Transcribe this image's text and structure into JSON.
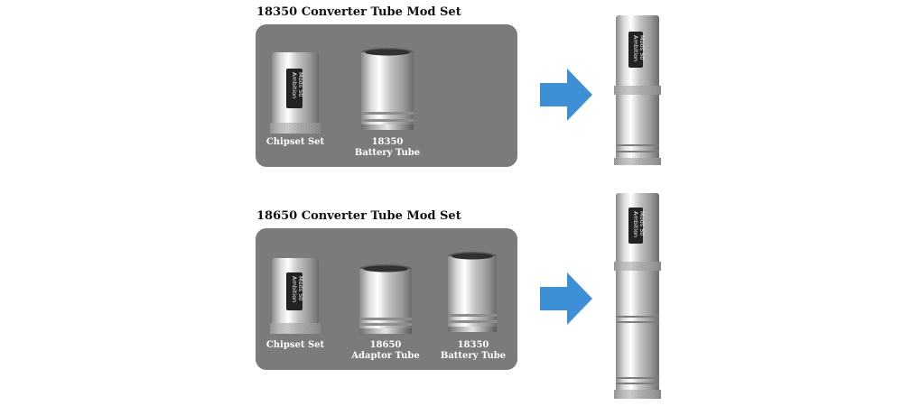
{
  "sections": [
    {
      "title": "18350 Converter Tube Mod Set",
      "items": [
        {
          "label_lines": [
            "Chipset Set"
          ],
          "icon": "chipset-tube-icon"
        },
        {
          "label_lines": [
            "18350",
            "Battery Tube"
          ],
          "icon": "battery-tube-icon"
        }
      ],
      "arrow_color": "#3d8fd6",
      "result_icon": "assembled-mod-short-icon"
    },
    {
      "title": "18650 Converter Tube Mod Set",
      "items": [
        {
          "label_lines": [
            "Chipset Set"
          ],
          "icon": "chipset-tube-icon"
        },
        {
          "label_lines": [
            "18650",
            "Adaptor Tube"
          ],
          "icon": "adaptor-tube-icon"
        },
        {
          "label_lines": [
            "18350",
            "Battery Tube"
          ],
          "icon": "battery-tube-icon"
        }
      ],
      "arrow_color": "#3d8fd6",
      "result_icon": "assembled-mod-long-icon"
    }
  ],
  "brand": [
    "Ambition",
    "Mods 50"
  ],
  "panel_color": "#7b7b7b"
}
